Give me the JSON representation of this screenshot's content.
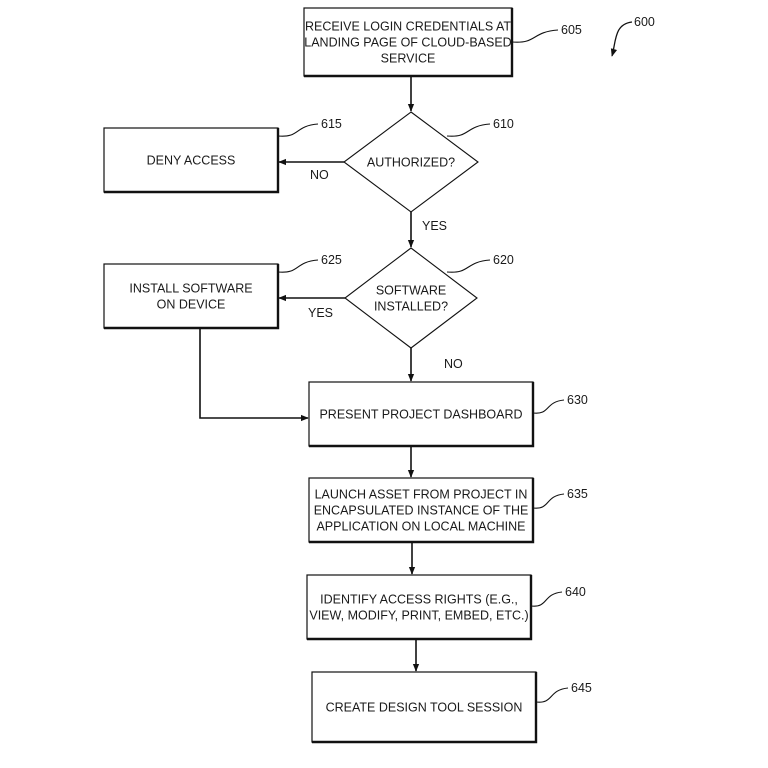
{
  "figure": {
    "number": "600",
    "nodes": [
      {
        "id": "605",
        "type": "process",
        "lines": [
          "RECEIVE LOGIN CREDENTIALS AT",
          "LANDING PAGE OF CLOUD-BASED",
          "SERVICE"
        ]
      },
      {
        "id": "610",
        "type": "decision",
        "lines": [
          "AUTHORIZED?"
        ]
      },
      {
        "id": "615",
        "type": "process",
        "lines": [
          "DENY ACCESS"
        ]
      },
      {
        "id": "620",
        "type": "decision",
        "lines": [
          "SOFTWARE",
          "INSTALLED?"
        ]
      },
      {
        "id": "625",
        "type": "process",
        "lines": [
          "INSTALL SOFTWARE",
          "ON DEVICE"
        ]
      },
      {
        "id": "630",
        "type": "process",
        "lines": [
          "PRESENT PROJECT DASHBOARD"
        ]
      },
      {
        "id": "635",
        "type": "process",
        "lines": [
          "LAUNCH ASSET FROM PROJECT IN",
          "ENCAPSULATED INSTANCE OF THE",
          "APPLICATION ON LOCAL MACHINE"
        ]
      },
      {
        "id": "640",
        "type": "process",
        "lines": [
          "IDENTIFY ACCESS RIGHTS (E.G.,",
          "VIEW, MODIFY, PRINT, EMBED, ETC.)"
        ]
      },
      {
        "id": "645",
        "type": "process",
        "lines": [
          "CREATE DESIGN TOOL SESSION"
        ]
      }
    ],
    "edges": [
      {
        "from": "605",
        "to": "610",
        "label": ""
      },
      {
        "from": "610",
        "to": "615",
        "label": "NO"
      },
      {
        "from": "610",
        "to": "620",
        "label": "YES"
      },
      {
        "from": "620",
        "to": "625",
        "label": "YES"
      },
      {
        "from": "620",
        "to": "630",
        "label": "NO"
      },
      {
        "from": "625",
        "to": "630",
        "label": ""
      },
      {
        "from": "630",
        "to": "635",
        "label": ""
      },
      {
        "from": "635",
        "to": "640",
        "label": ""
      },
      {
        "from": "640",
        "to": "645",
        "label": ""
      }
    ]
  }
}
